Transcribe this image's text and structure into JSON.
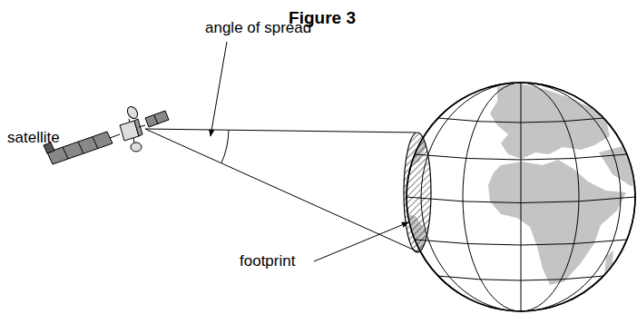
{
  "diagram": {
    "title": "Figure 3",
    "labels": [
      "satellite",
      "angle of spread",
      "footprint"
    ]
  }
}
